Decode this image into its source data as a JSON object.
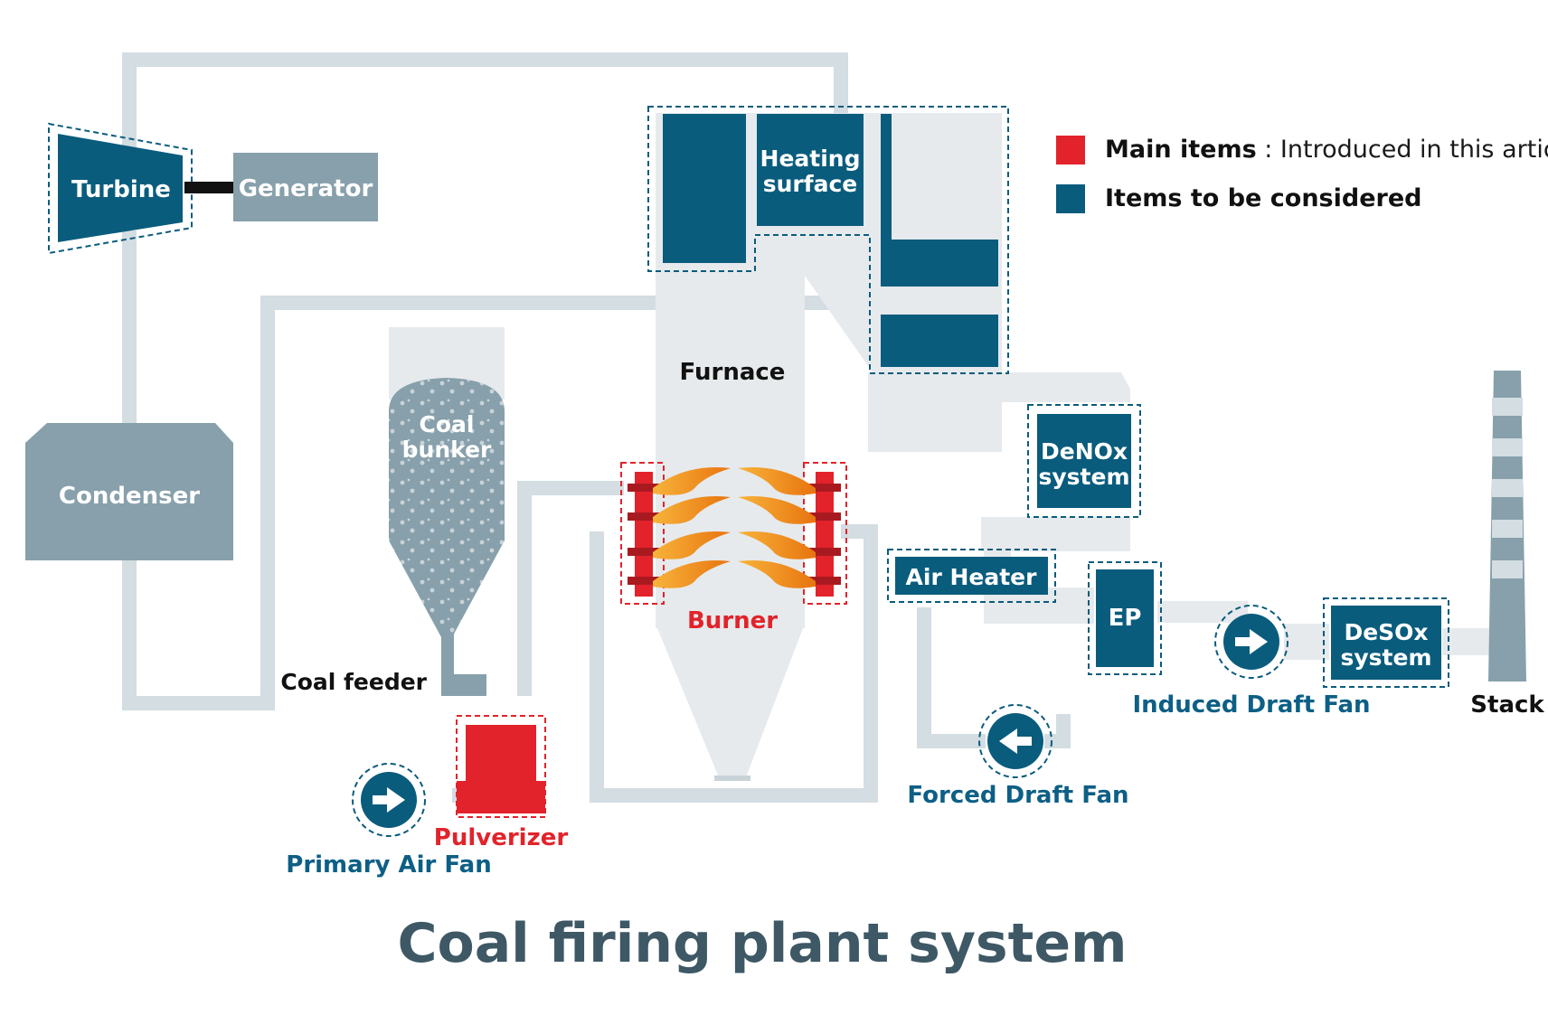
{
  "title": "Coal firing plant system",
  "legend": {
    "main_bold": "Main items",
    "main_rest": " : Introduced in this article",
    "considered": "Items to be considered",
    "colors": {
      "main": "#e2232b",
      "considered": "#0a5c7d"
    }
  },
  "components": {
    "turbine": "Turbine",
    "generator": "Generator",
    "condenser": "Condenser",
    "heating_surface_line1": "Heating",
    "heating_surface_line2": "surface",
    "furnace": "Furnace",
    "coal_bunker_line1": "Coal",
    "coal_bunker_line2": "bunker",
    "coal_feeder": "Coal feeder",
    "burner": "Burner",
    "pulverizer": "Pulverizer",
    "primary_air_fan": "Primary Air Fan",
    "denox_line1": "DeNOx",
    "denox_line2": "system",
    "air_heater": "Air Heater",
    "ep": "EP",
    "induced_draft_fan": "Induced Draft Fan",
    "forced_draft_fan": "Forced Draft Fan",
    "desox_line1": "DeSOx",
    "desox_line2": "system",
    "stack": "Stack"
  },
  "colors": {
    "dark_blue": "#0a5c7d",
    "gray_blue": "#87a0ab",
    "light_gray": "#e6eaed",
    "pipe_gray": "#d3dde2",
    "red": "#e2232b",
    "flame": "#f39a1e"
  }
}
